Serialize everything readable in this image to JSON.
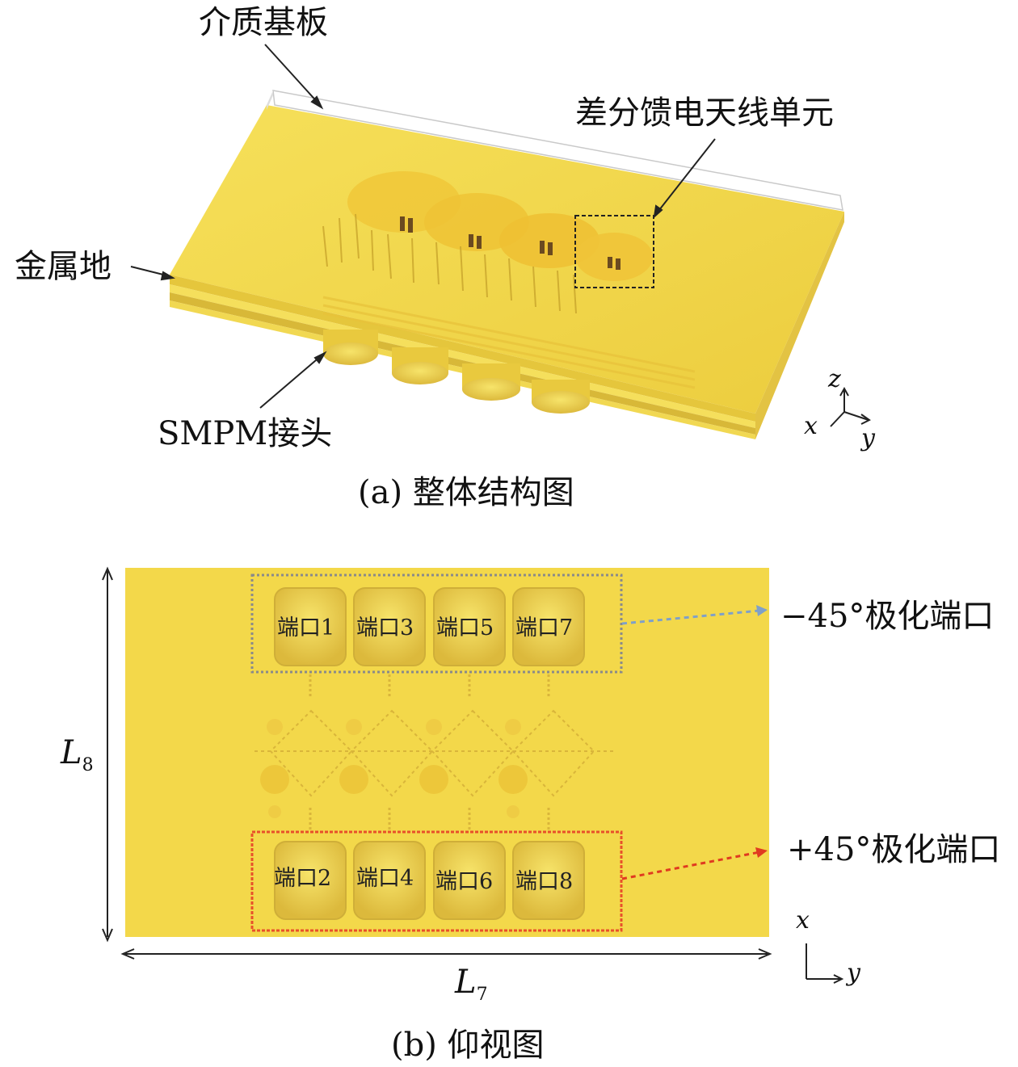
{
  "fig_a": {
    "caption": "(a) 整体结构图",
    "labels": {
      "substrate": "介质基板",
      "antenna_unit": "差分馈电天线单元",
      "ground": "金属地",
      "connector": "SMPM接头"
    },
    "axes": {
      "z": "z",
      "x": "x",
      "y": "y"
    }
  },
  "fig_b": {
    "caption": "(b) 仰视图",
    "ports_top": [
      "端口1",
      "端口3",
      "端口5",
      "端口7"
    ],
    "ports_bottom": [
      "端口2",
      "端口4",
      "端口6",
      "端口8"
    ],
    "minus45_label": "−45°极化端口",
    "plus45_label": "+45°极化端口",
    "dim_height": "L",
    "dim_height_sub": "8",
    "dim_width": "L",
    "dim_width_sub": "7",
    "axes": {
      "x": "x",
      "y": "y"
    }
  },
  "colors": {
    "gold": "#f3d84a",
    "gold_dark": "#d9b53a",
    "minus45_box": "#8a8a8a",
    "plus45_box": "#e8502a",
    "minus45_arrow": "#7fa0c8",
    "plus45_arrow": "#e03a20"
  }
}
